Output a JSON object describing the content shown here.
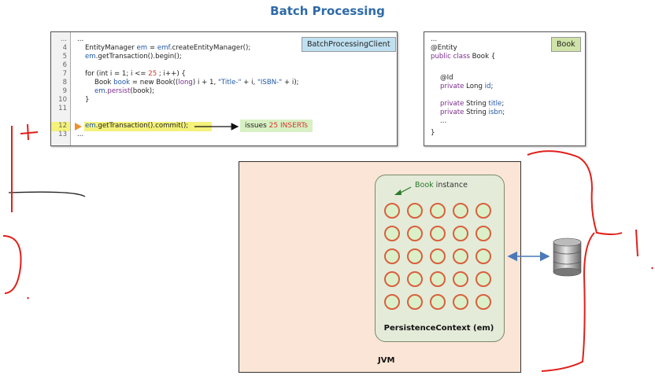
{
  "title": "Batch Processing",
  "client_panel": {
    "tag": "BatchProcessingClient",
    "line_numbers": [
      "...",
      "4",
      "5",
      "6",
      "7",
      "8",
      "9",
      "10",
      "11",
      "12",
      "13"
    ],
    "highlighted_line": "12",
    "note_prefix": "issues ",
    "note_highlight": "25 INSERTs"
  },
  "entity_panel": {
    "tag": "Book"
  },
  "jvm": {
    "label": "JVM",
    "context_label": "PersistenceContext (em)",
    "instance_label_class": "Book",
    "instance_label_rest": " instance",
    "grid_rows": 5,
    "grid_cols": 5
  },
  "colors": {
    "title": "#2e6aa8",
    "jvm_bg": "#fbe5d6",
    "context_bg": "#e4ebd9",
    "highlight": "#f4f27a",
    "note_bg": "#d8f0c4",
    "ink": "#e0201a",
    "arrow": "#4a7ab8"
  },
  "icons": [
    "database-icon",
    "right-arrow-icon",
    "double-arrow-icon"
  ]
}
